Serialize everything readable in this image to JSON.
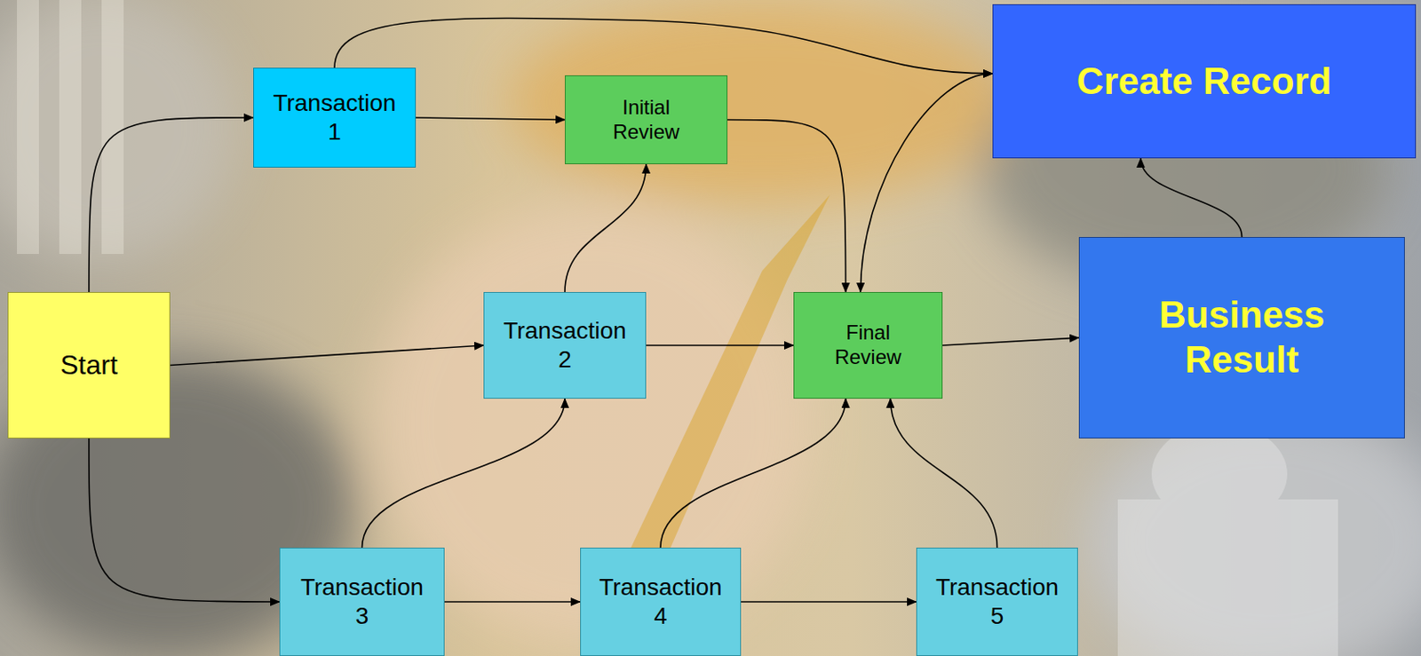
{
  "diagram": {
    "nodes": [
      {
        "text": [
          "Transaction 1"
        ]
      },
      {
        "text": [
          "Initial Review"
        ]
      },
      {
        "text": [
          "Create Record"
        ]
      },
      {
        "text": [
          "Start"
        ]
      },
      {
        "text": [
          "Transaction 2"
        ]
      },
      {
        "text": [
          "Final Review"
        ]
      },
      {
        "text": [
          "Business Result"
        ]
      },
      {
        "text": [
          "Transaction 3"
        ]
      },
      {
        "text": [
          "Transaction 4"
        ]
      },
      {
        "text": [
          "Transaction 5"
        ]
      }
    ],
    "edges": [
      {
        "from": 3,
        "to": 0,
        "arrow": "to"
      },
      {
        "from": 3,
        "to": 4,
        "arrow": "to"
      },
      {
        "from": 3,
        "to": 7,
        "arrow": "to"
      },
      {
        "from": 0,
        "to": 1,
        "arrow": "to"
      },
      {
        "from": 0,
        "to": 2,
        "arrow": "to"
      },
      {
        "from": 4,
        "to": 1,
        "arrow": "to"
      },
      {
        "from": 4,
        "to": 5,
        "arrow": "to"
      },
      {
        "from": 1,
        "to": 5,
        "arrow": "to"
      },
      {
        "from": 5,
        "to": 2,
        "arrow": "both"
      },
      {
        "from": 5,
        "to": 6,
        "arrow": "to"
      },
      {
        "from": 6,
        "to": 2,
        "arrow": "to"
      },
      {
        "from": 7,
        "to": 4,
        "arrow": "to"
      },
      {
        "from": 7,
        "to": 8,
        "arrow": "to"
      },
      {
        "from": 8,
        "to": 9,
        "arrow": "to"
      },
      {
        "from": 8,
        "to": 5,
        "arrow": "to"
      },
      {
        "from": 9,
        "to": 5,
        "arrow": "to"
      }
    ]
  }
}
